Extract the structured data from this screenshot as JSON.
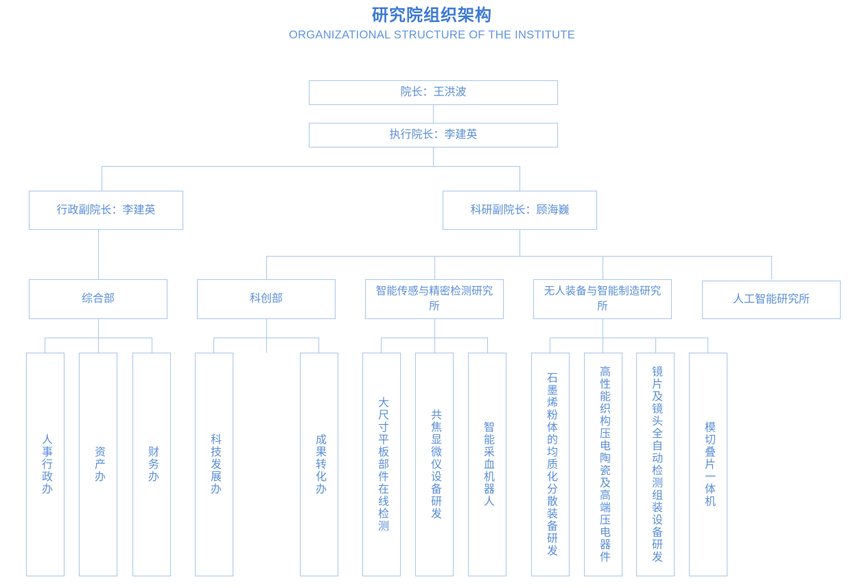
{
  "header": {
    "title": "研究院组织架构",
    "subtitle": "ORGANIZATIONAL STRUCTURE OF THE INSTITUTE"
  },
  "colors": {
    "title": "#3d7ad6",
    "subtitle": "#6196e0",
    "node_text": "#5b8fd9",
    "node_border": "#a9c6ea",
    "connector": "#a9c6ea",
    "background": "#ffffff"
  },
  "chart_data": {
    "type": "tree",
    "root": "院长：王洪波",
    "levels": 5
  },
  "nodes": {
    "president": "院长：王洪波",
    "executive_president": "执行院长：李建英",
    "vp_admin": "行政副院长：李建英",
    "vp_research": "科研副院长：顾海巍"
  },
  "departments": [
    {
      "name": "综合部"
    },
    {
      "name": "科创部"
    },
    {
      "name": "智能传感与精密检测研究所"
    },
    {
      "name": "无人装备与智能制造研究所"
    },
    {
      "name": "人工智能研究所"
    }
  ],
  "leaves": {
    "general_office": [
      "人事行政办",
      "资产办",
      "财务办"
    ],
    "innovation_dept": [
      "科技发展办",
      "成果转化办"
    ],
    "sensing_institute": [
      "大尺寸平板部件在线检测",
      "共焦显微仪设备研发",
      "智能采血机器人"
    ],
    "manufacturing_institute": [
      "石墨烯粉体的均质化分散装备研发",
      "高性能织构压电陶瓷及高端压电器件",
      "镜片及镜头全自动检测组装设备研发",
      "模切叠片一体机"
    ]
  }
}
